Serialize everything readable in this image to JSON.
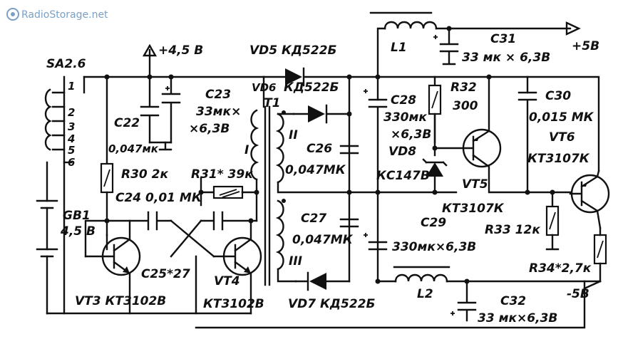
{
  "watermark": "RadioStorage.net",
  "labels": {
    "sa": "SA2.6",
    "sw1": "1",
    "sw2": "2",
    "sw3": "3",
    "sw4": "4",
    "sw5": "5",
    "sw6": "6",
    "gb1": "GB1",
    "gb1_v": "4,5 В",
    "plus45": "+4,5 В",
    "c22": "C22",
    "c22_v": "0,047мк",
    "c23": "C23",
    "c23_v1": "33мк×",
    "c23_v2": "×6,3В",
    "r30": "R30  2к",
    "r31": "R31* 39к",
    "c24": "C24  0,01 МК",
    "c25": "C25*27",
    "vt3": "VT3  КТ3102В",
    "vt4": "VT4",
    "vt4_t": "КТ3102В",
    "vd5": "VD5 КД522Б",
    "vd6": "VD6",
    "vd6_t": "КД522Б",
    "t1": "T1",
    "w1": "I",
    "w2": "II",
    "w3": "III",
    "c26": "C26",
    "c26_v": "0,047МК",
    "c27": "C27",
    "c27_v": "0,047МК",
    "vd7": "VD7  КД522Б",
    "l1": "L1",
    "l2": "L2",
    "c28": "C28",
    "c28_v1": "330мк",
    "c28_v2": "×6,3В",
    "vd8": "VD8",
    "vd8_t": "КС147В",
    "r32": "R32",
    "r32_v": "300",
    "c29": "C29",
    "c29_v": "330мк×6,3В",
    "c31": "C31",
    "c31_v": "33 мк × 6,3В",
    "plus5": "+5В",
    "c30": "C30",
    "c30_v": "0,015 МК",
    "vt6": "VT6",
    "vt6_t": "КТ3107К",
    "vt5": "VT5",
    "vt5_t": "КТ3107К",
    "r33": "R33  12к",
    "r34": "R34*2,7к",
    "c32": "C32",
    "c32_v": "33 мк×6,3В",
    "minus5": "-5В"
  }
}
